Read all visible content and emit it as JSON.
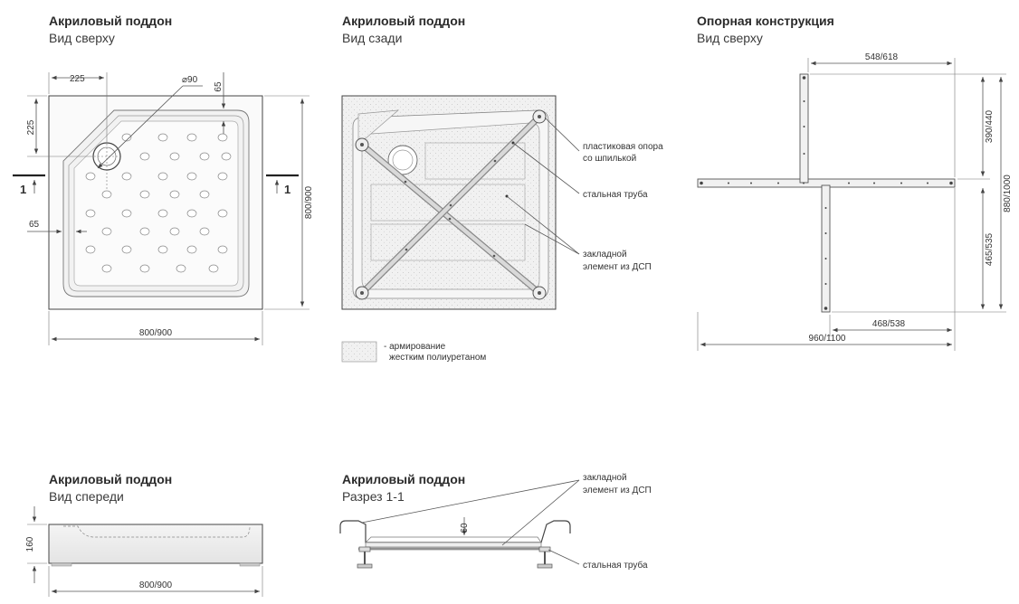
{
  "views": {
    "top": {
      "title": "Акриловый поддон",
      "subtitle": "Вид сверху"
    },
    "back": {
      "title": "Акриловый поддон",
      "subtitle": "Вид сзади"
    },
    "frame": {
      "title": "Опорная конструкция",
      "subtitle": "Вид сверху"
    },
    "front": {
      "title": "Акриловый поддон",
      "subtitle": "Вид спереди"
    },
    "section": {
      "title": "Акриловый поддон",
      "subtitle": "Разрез 1-1"
    }
  },
  "dims": {
    "d225_top": "225",
    "d90": "⌀90",
    "d65_top": "65",
    "d225_left": "225",
    "d65_left": "65",
    "d800_side": "800/900",
    "d800_bottom": "800/900",
    "cut_mark": "1",
    "f548": "548/618",
    "f390": "390/440",
    "f880": "880/1000",
    "f465": "465/535",
    "f468": "468/538",
    "f960": "960/1100",
    "h160": "160",
    "front_w": "800/900",
    "s60": "60"
  },
  "labels": {
    "support_1": "пластиковая опора",
    "support_2": "со шпилькой",
    "steel_pipe": "стальная труба",
    "insert_1": "закладной",
    "insert_2": "элемент из ДСП",
    "legend_1": "- армирование",
    "legend_2": "жестким полиуретаном",
    "sec_insert_1": "закладной",
    "sec_insert_2": "элемент из ДСП",
    "sec_pipe": "стальная труба"
  }
}
